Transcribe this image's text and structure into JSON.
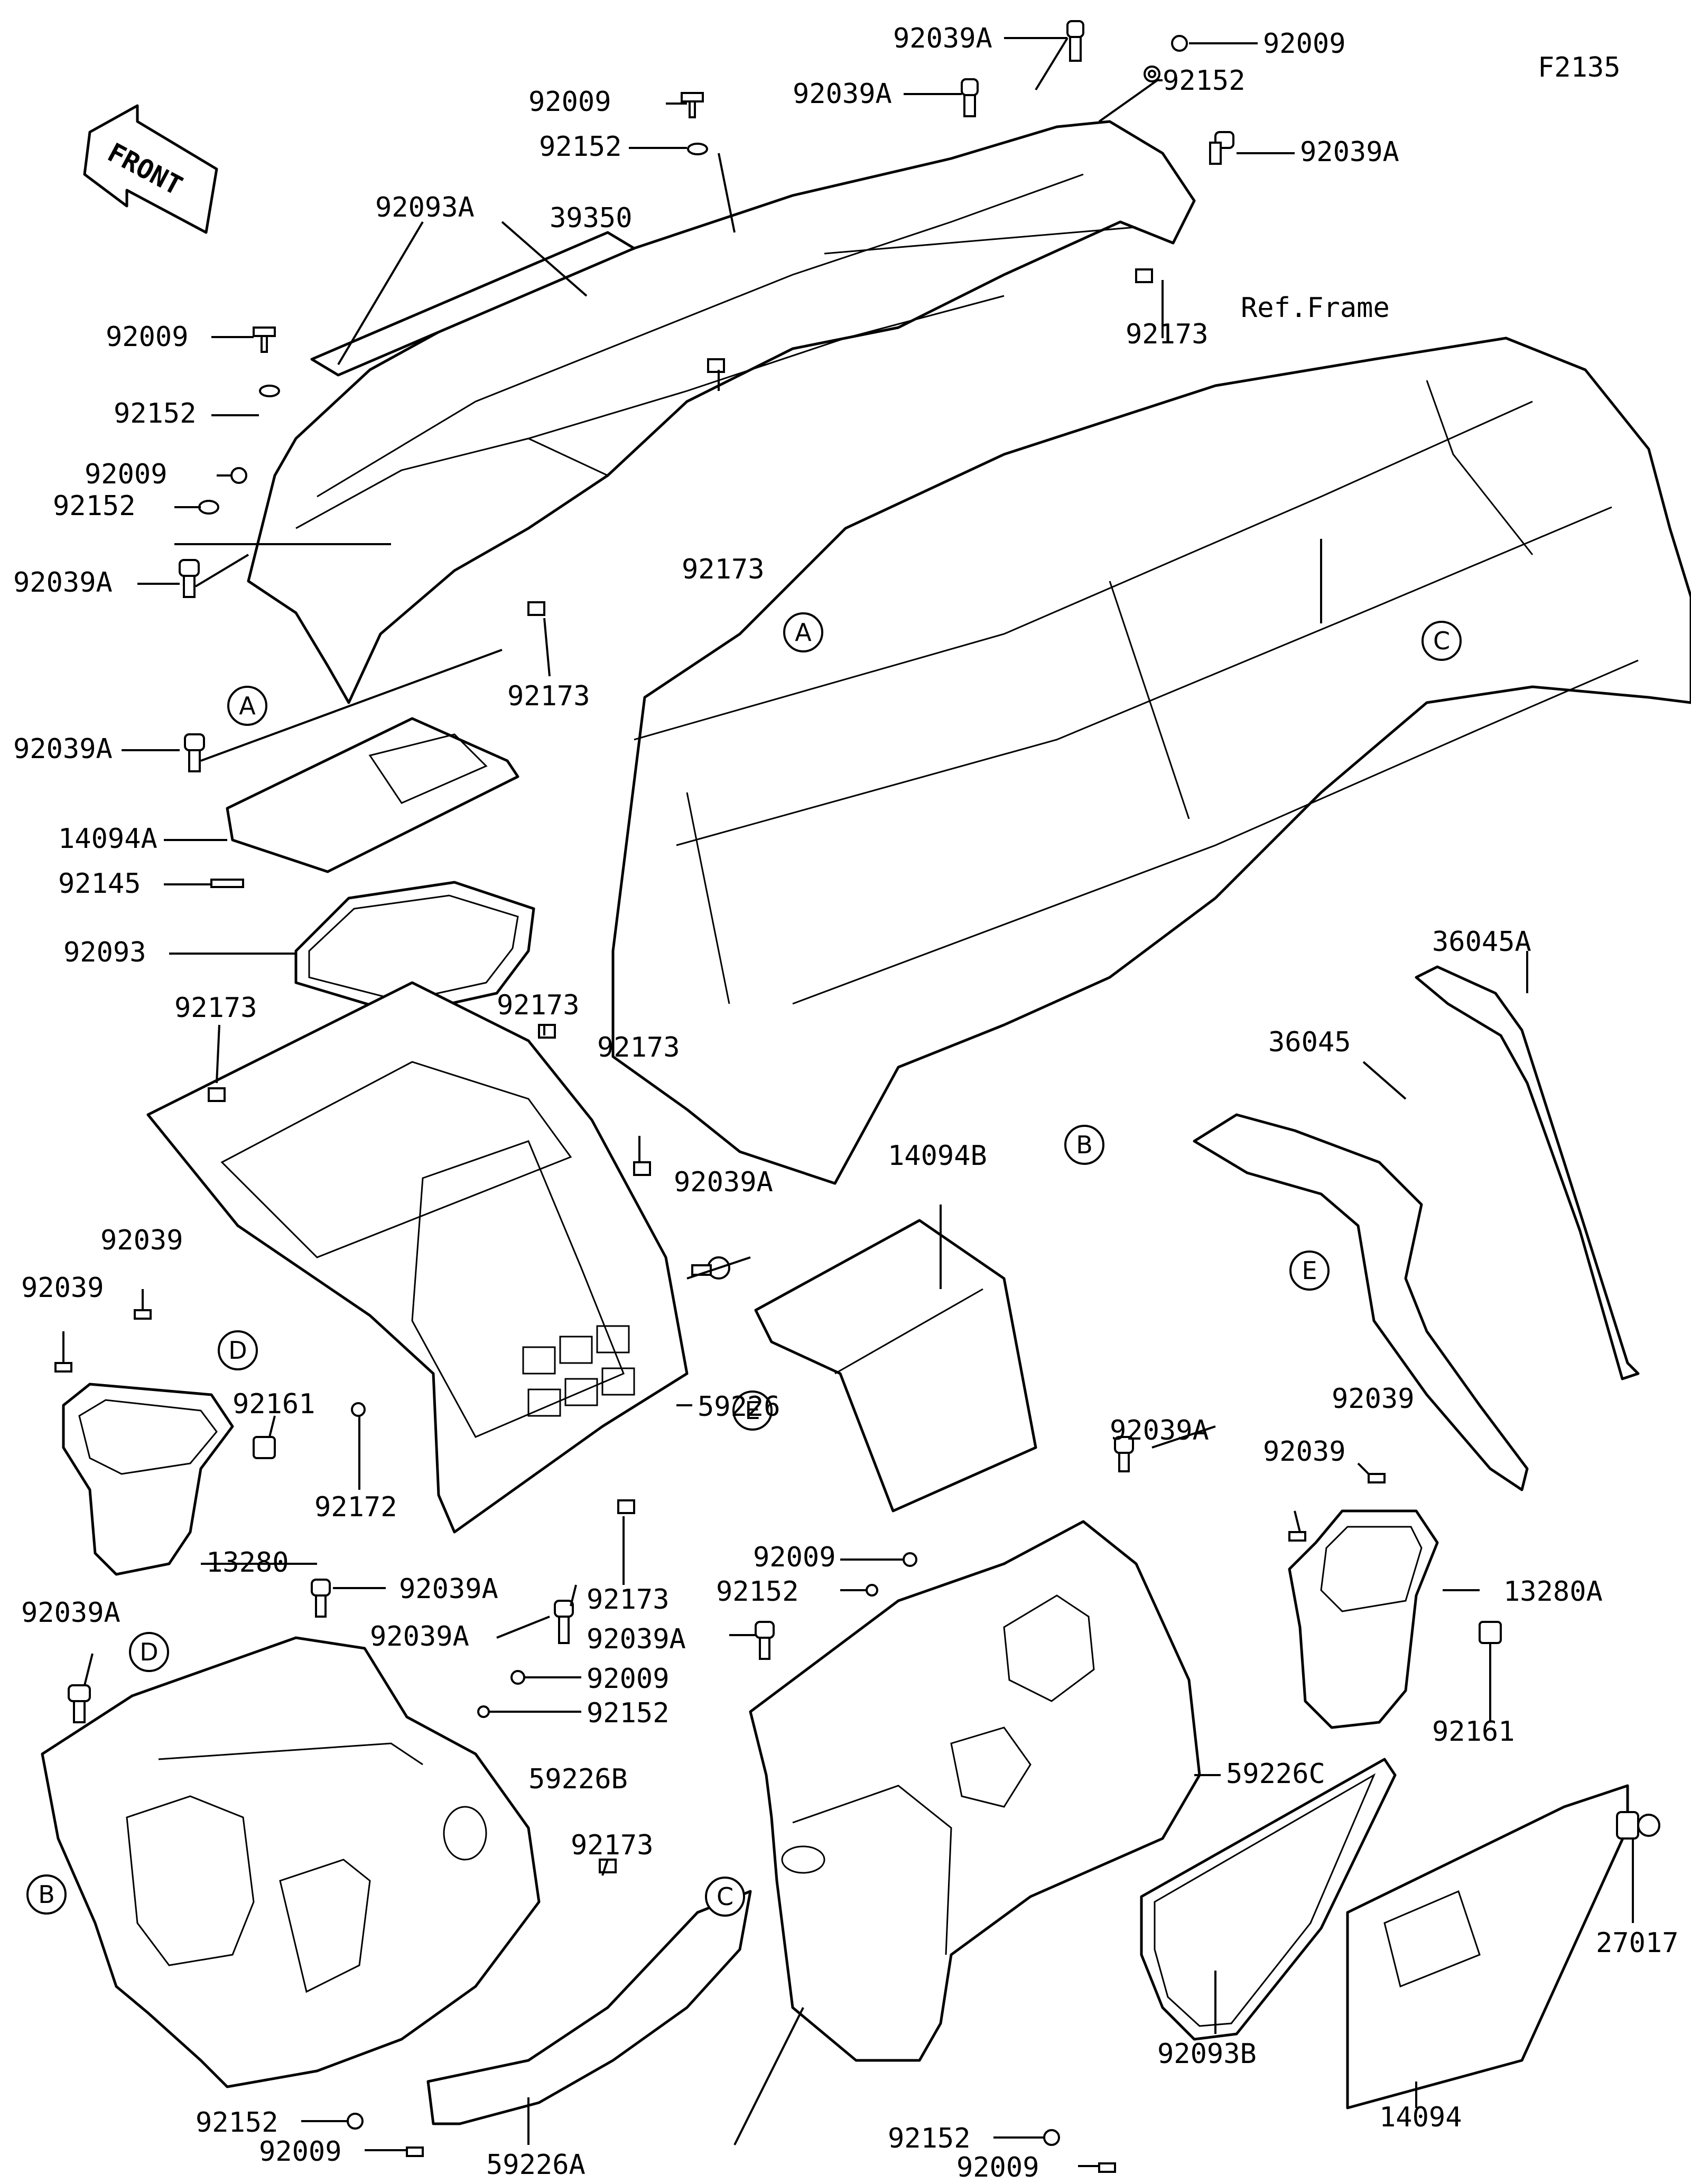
{
  "diagram_code": "F2135",
  "front_label": "FRONT",
  "ref_frame": "Ref.Frame",
  "labels": {
    "l_92039A_1": "92039A",
    "l_92009_1": "92009",
    "l_92039A_2": "92039A",
    "l_92152_1": "92152",
    "l_92009_2": "92009",
    "l_92039A_3": "92039A",
    "l_92152_2": "92152",
    "l_92093A": "92093A",
    "l_39350": "39350",
    "l_92009_3": "92009",
    "l_92152_3": "92152",
    "l_92009_4": "92009",
    "l_92152_4": "92152",
    "l_92039A_4": "92039A",
    "l_92173_1": "92173",
    "l_92173_2": "92173",
    "l_92173_3": "92173",
    "l_92039A_5": "92039A",
    "l_14094A": "14094A",
    "l_92145": "92145",
    "l_92093": "92093",
    "l_92173_4": "92173",
    "l_92173_5": "92173",
    "l_92173_6": "92173",
    "l_92039A_6": "92039A",
    "l_14094B": "14094B",
    "l_36045": "36045",
    "l_36045A": "36045A",
    "l_92039_1": "92039",
    "l_92039_2": "92039",
    "l_92161_1": "92161",
    "l_92172": "92172",
    "l_13280": "13280",
    "l_59226": "59226",
    "l_92173_7": "92173",
    "l_92039A_7": "92039A",
    "l_92009_5": "92009",
    "l_92152_5": "92152",
    "l_92039A_8": "92039A",
    "l_92039_3": "92039",
    "l_92039_4": "92039",
    "l_13280A": "13280A",
    "l_92161_2": "92161",
    "l_92039A_9": "92039A",
    "l_92039A_10": "92039A",
    "l_92039A_11": "92039A",
    "l_92009_6": "92009",
    "l_92152_6": "92152",
    "l_59226B": "59226B",
    "l_92173_8": "92173",
    "l_59226C": "59226C",
    "l_92093B": "92093B",
    "l_14094": "14094",
    "l_27017": "27017",
    "l_92152_7": "92152",
    "l_92009_7": "92009",
    "l_59226A": "59226A",
    "l_92152_8": "92152",
    "l_92009_8": "92009"
  },
  "callouts": {
    "a1": "A",
    "a2": "A",
    "b1": "B",
    "b2": "B",
    "c1": "C",
    "c2": "C",
    "d1": "D",
    "d2": "D",
    "e1": "E",
    "e2": "E"
  }
}
